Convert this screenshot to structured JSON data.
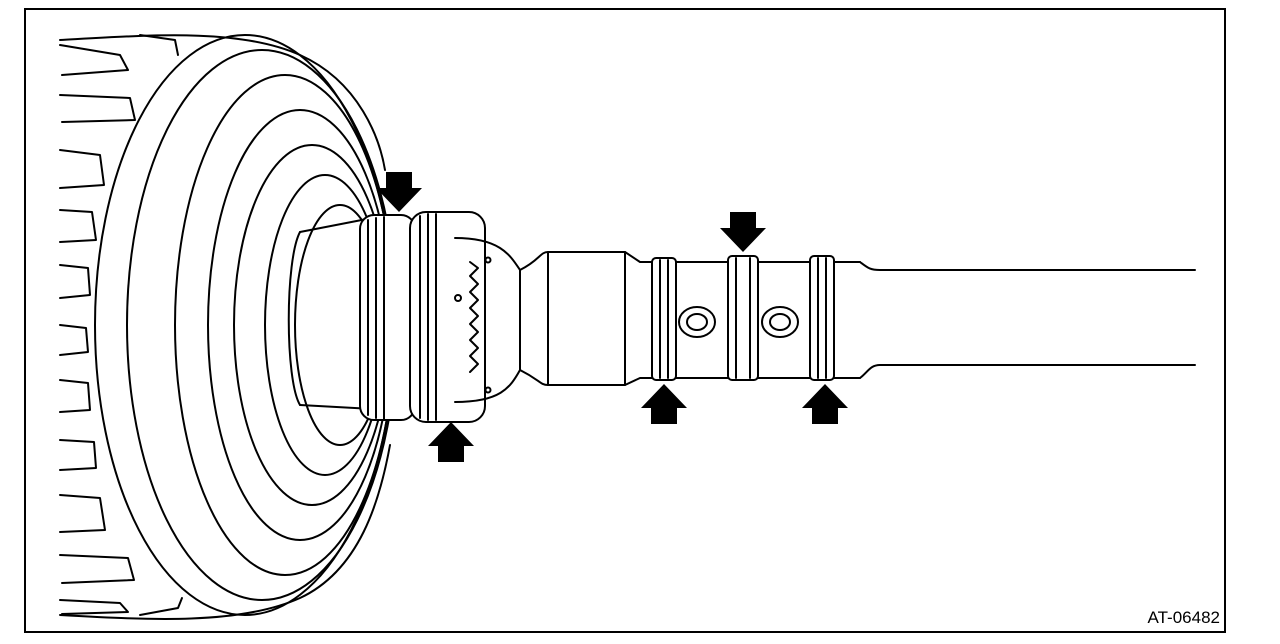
{
  "figure": {
    "code": "AT-06482",
    "line_color": "#000000",
    "background": "#ffffff",
    "callout_arrows": [
      {
        "target": "drum-hub-seal-ring-upper",
        "direction": "down"
      },
      {
        "target": "drum-hub-seal-ring-lower",
        "direction": "up"
      },
      {
        "target": "shaft-seal-ring-1",
        "direction": "up"
      },
      {
        "target": "shaft-seal-ring-2",
        "direction": "down"
      },
      {
        "target": "shaft-seal-ring-3",
        "direction": "up"
      }
    ]
  }
}
